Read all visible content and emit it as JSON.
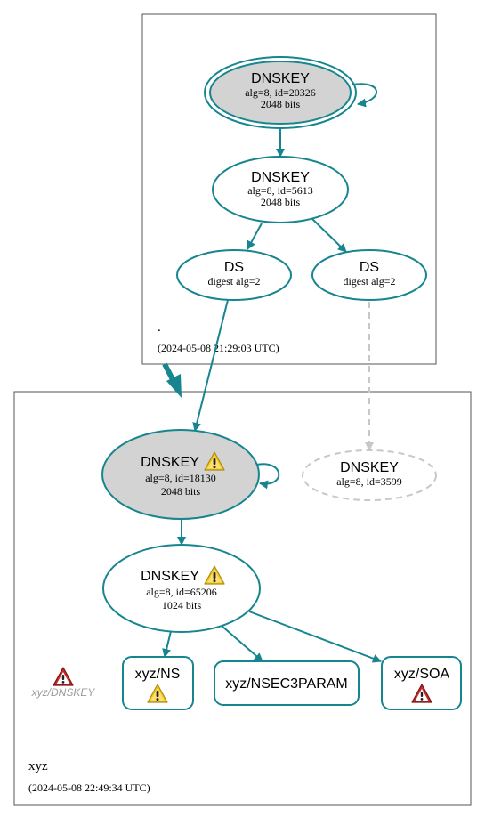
{
  "zones": {
    "root": {
      "name": ".",
      "timestamp": "(2024-05-08 21:29:03 UTC)"
    },
    "xyz": {
      "name": "xyz",
      "timestamp": "(2024-05-08 22:49:34 UTC)"
    }
  },
  "nodes": {
    "root_ksk": {
      "title": "DNSKEY",
      "line1": "alg=8, id=20326",
      "line2": "2048 bits"
    },
    "root_zsk": {
      "title": "DNSKEY",
      "line1": "alg=8, id=5613",
      "line2": "2048 bits"
    },
    "ds_a": {
      "title": "DS",
      "line1": "digest alg=2"
    },
    "ds_b": {
      "title": "DS",
      "line1": "digest alg=2"
    },
    "xyz_ksk": {
      "title": "DNSKEY",
      "line1": "alg=8, id=18130",
      "line2": "2048 bits",
      "status": "warning-icon"
    },
    "xyz_missing": {
      "title": "DNSKEY",
      "line1": "alg=8, id=3599"
    },
    "xyz_zsk": {
      "title": "DNSKEY",
      "line1": "alg=8, id=65206",
      "line2": "1024 bits",
      "status": "warning-icon"
    },
    "rr_ns": {
      "title": "xyz/NS",
      "status": "warning-icon"
    },
    "rr_nsec3param": {
      "title": "xyz/NSEC3PARAM"
    },
    "rr_soa": {
      "title": "xyz/SOA",
      "status": "error-icon"
    },
    "ghost_dnskey": {
      "title": "xyz/DNSKEY",
      "status": "error-icon"
    }
  },
  "colors": {
    "edge": "#16858f",
    "ksk_fill": "#d3d3d3",
    "dashed": "#c8c8c8",
    "warning": "#f2c81a",
    "error": "#c62b2b",
    "box": "#555555"
  }
}
